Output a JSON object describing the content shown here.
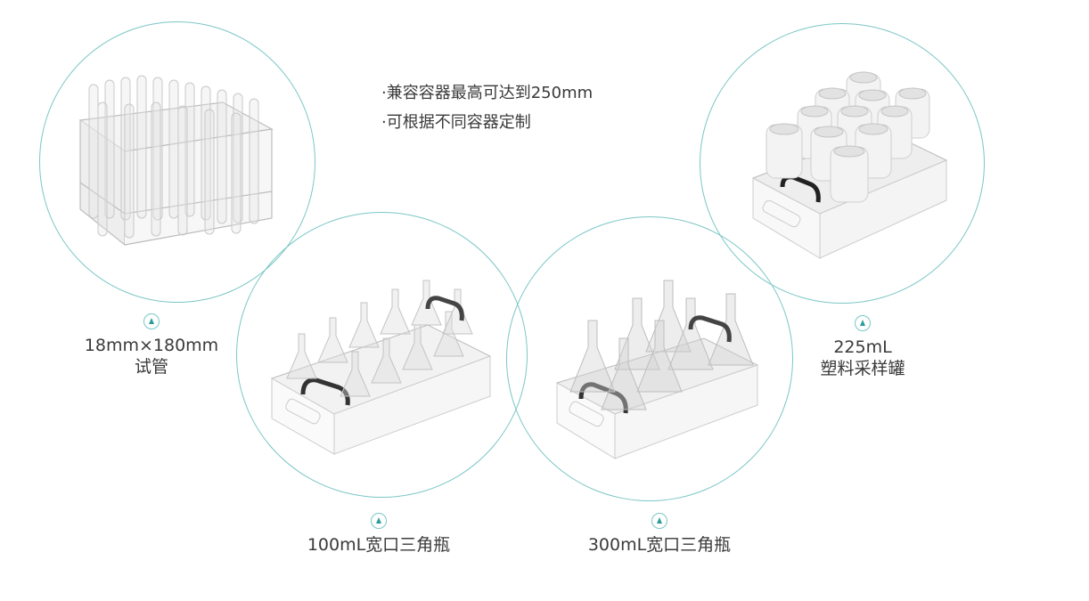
{
  "features": [
    "·兼容容器最高可达到250mm",
    "·可根据不同容器定制"
  ],
  "products": [
    {
      "id": "test-tube-rack",
      "line1": "18mm×180mm",
      "line2": "试管",
      "icon": "arrow-up-circle-icon"
    },
    {
      "id": "flask-100ml",
      "line1": "100mL宽口三角瓶",
      "line2": "",
      "icon": "arrow-up-circle-icon"
    },
    {
      "id": "flask-300ml",
      "line1": "300mL宽口三角瓶",
      "line2": "",
      "icon": "arrow-up-circle-icon"
    },
    {
      "id": "sampling-jar-225ml",
      "line1": "225mL",
      "line2": "塑料采样罐",
      "icon": "arrow-up-circle-icon"
    }
  ],
  "colors": {
    "circle": "#7cc6c6",
    "arrow": "#2a9d9a",
    "text": "#3a3a3a"
  }
}
